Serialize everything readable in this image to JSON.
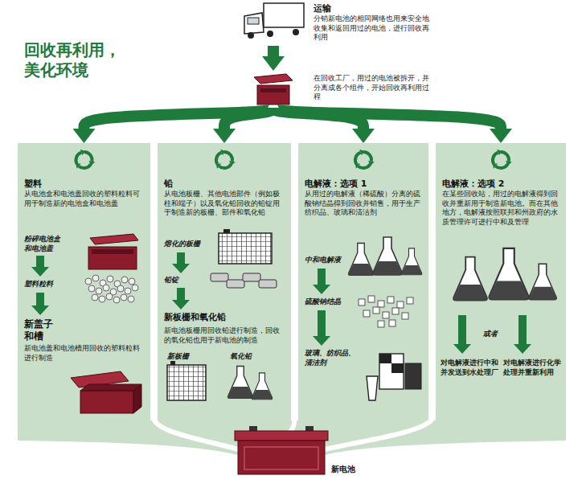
{
  "diagram": {
    "title": "回收再利用，美化环境",
    "nodes": [
      {
        "text": [
          "运输",
          "分销新电池的相同网络也用来安全地收集和返回用过的电池，进行回收再利用"
        ]
      },
      {
        "text": [
          "在回收工厂，用过的电池被拆开，并分离成各个组件，开始回收再利用过程"
        ]
      },
      {
        "text": [
          "塑料",
          "从电池盒和电池盖回收的塑料粒料可用于制造新的电池盒和电池盖"
        ]
      },
      {
        "text": [
          "铅",
          "从电池板栅、其他电池部件（例如极柱和端子）以及氧化铅回收的铅锭用于制造新的板栅、部件和氧化铅"
        ]
      },
      {
        "text": [
          "电解液：选项 1",
          "从用过的电解液（稀硫酸）分离的硫酸钠结晶得到回收并销售，用于生产纺织品、玻璃和清洁剂"
        ]
      },
      {
        "text": [
          "电解液：选项 2",
          "在某些回收站，用过的电解液得到回收并重新用于制造新电池。而在其他地方，电解液按照联邦和州政府的水质管理许可进行中和及管理"
        ]
      },
      {
        "text": [
          "新电池"
        ]
      }
    ],
    "edges": [
      {
        "from": 0,
        "to": 1,
        "arrow": "to"
      },
      {
        "from": 1,
        "to": 2,
        "arrow": "to"
      },
      {
        "from": 1,
        "to": 3,
        "arrow": "to"
      },
      {
        "from": 1,
        "to": 4,
        "arrow": "to"
      },
      {
        "from": 1,
        "to": 5,
        "arrow": "to"
      }
    ],
    "labels": [
      "粉碎电池盒和电池盖",
      "塑料粒料",
      "新盖子和槽",
      "新电池盖和电池槽用回收的塑料粒料进行制造",
      "熔化的板栅",
      "铅锭",
      "新板栅和氧化铅",
      "新电池板栅用回收铅进行制造，回收的氧化铅也用于新电池的制造",
      "新板栅",
      "氧化铅",
      "中和电解液",
      "硫酸钠结晶",
      "玻璃、纺织品、清洁剂",
      "或者",
      "对电解液进行中和并发送到水处理厂",
      "对电解液进行化学处理并重新利用"
    ]
  }
}
